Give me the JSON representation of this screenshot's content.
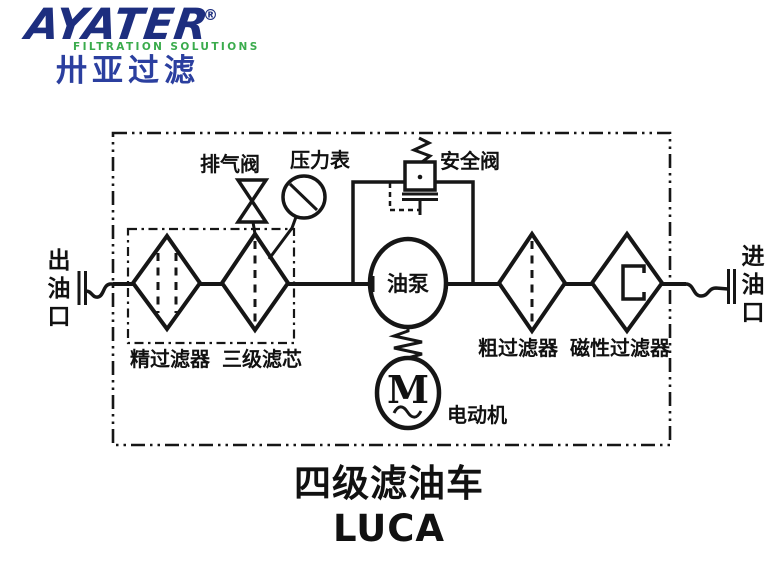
{
  "logo": {
    "brand": "AYATER",
    "registered_mark": "®",
    "tagline": "FILTRATION SOLUTIONS",
    "brand_chinese": "卅亚过滤",
    "brand_color": "#1d2e7f",
    "tagline_color": "#3aab4c",
    "chinese_color": "#2b3f9f"
  },
  "diagram": {
    "title": "四级滤油车LUCA",
    "line_color": "#161616",
    "ports": {
      "outlet_label": "出油口",
      "inlet_label": "进油口"
    },
    "components": {
      "exhaust_valve": "排气阀",
      "pressure_gauge": "压力表",
      "safety_valve": "安全阀",
      "oil_pump": "油泵",
      "motor": "电动机",
      "motor_symbol": "M",
      "fine_filter": "精过滤器",
      "third_stage_element": "三级滤芯",
      "coarse_filter": "粗过滤器",
      "magnetic_filter": "磁性过滤器"
    }
  }
}
